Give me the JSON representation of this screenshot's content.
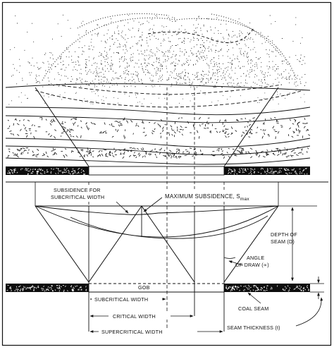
{
  "labels": {
    "subsidence_subcritical_1": "SUBSIDENCE FOR",
    "subsidence_subcritical_2": "SUBCRITICAL WIDTH",
    "max_subsidence": "MAXIMUM SUBSIDENCE, S",
    "max_subsidence_sub": "max",
    "depth_1": "DEPTH OF",
    "depth_2": "SEAM (D)",
    "angle_1": "ANGLE",
    "angle_2": "OF DRAW (∝)",
    "gob": "GOB",
    "subcritical_width": "SUBCRITICAL WIDTH",
    "critical_width": "CRITICAL WIDTH",
    "supercritical_width": "SUPERCRITICAL WIDTH",
    "coal_seam": "COAL SEAM",
    "seam_thickness": "SEAM THICKNESS (t)"
  },
  "colors": {
    "ink": "#111111",
    "paper": "#ffffff",
    "seam": "#0d0d0d"
  }
}
